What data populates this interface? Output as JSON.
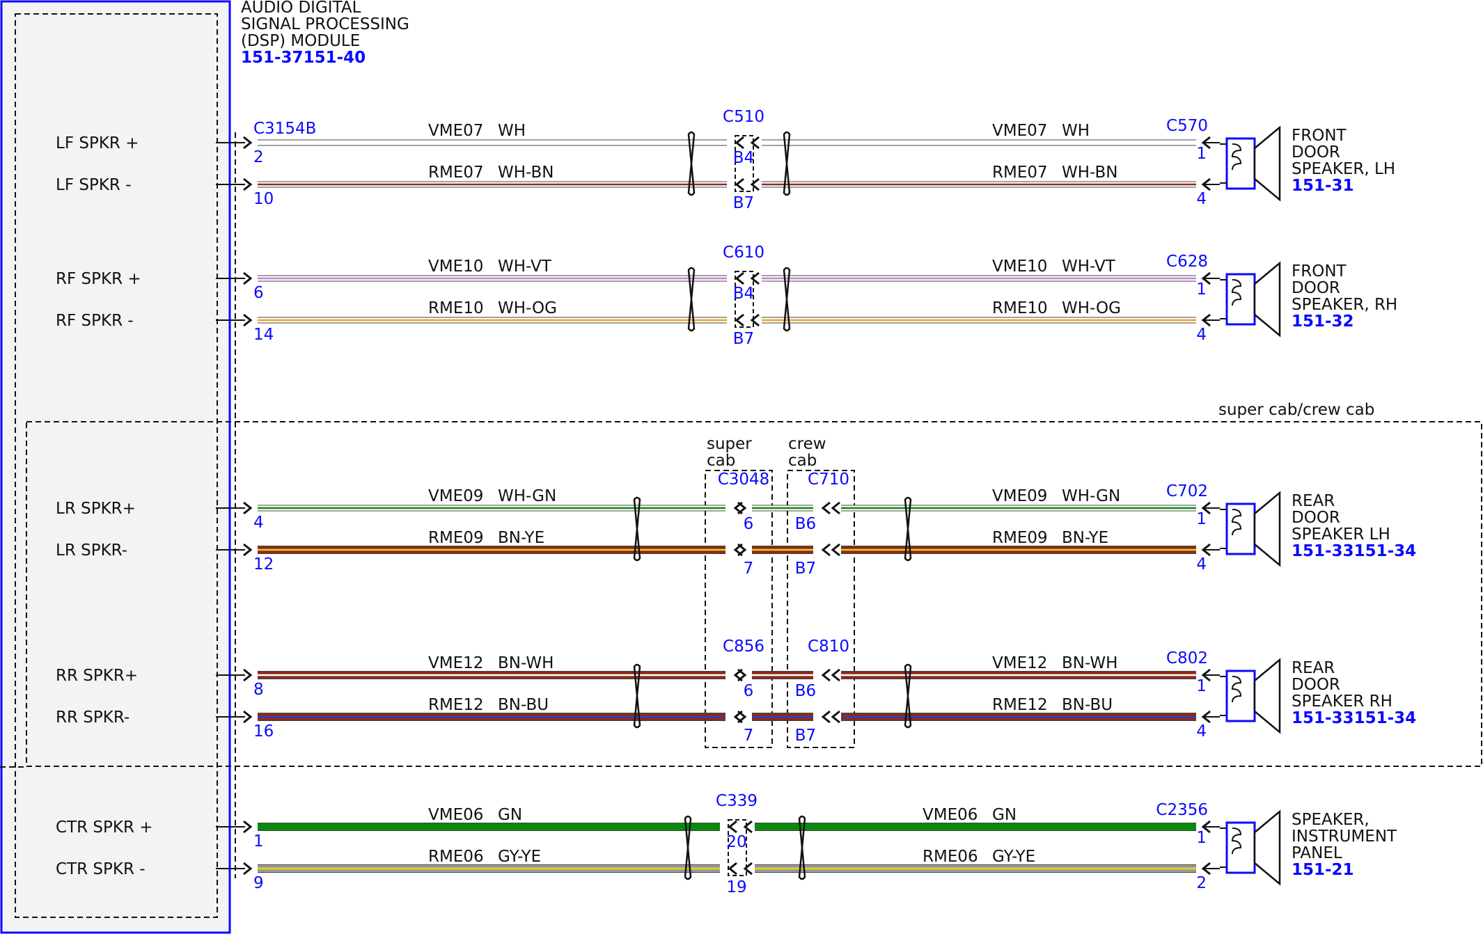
{
  "module": {
    "title_lines": [
      "AUDIO DIGITAL",
      "SIGNAL PROCESSING",
      "(DSP) MODULE"
    ],
    "ref": "151-37151-40",
    "connector": "C3154B"
  },
  "zone_label": "super cab/crew cab",
  "option_labels": {
    "super": [
      "super",
      "cab"
    ],
    "crew": [
      "crew",
      "cab"
    ]
  },
  "colors": {
    "WH": "#ffffff",
    "BN": "#8b2a1a",
    "VT": "#c87fd0",
    "OG": "#f0a020",
    "GN": "#0a8a0a",
    "YE": "#e6d21a",
    "BU": "#2b3fd0",
    "GY": "#9a9a9a",
    "accent_blue": "#0a0aff"
  },
  "groups": [
    {
      "speaker": [
        "FRONT",
        "DOOR",
        "SPEAKER, LH"
      ],
      "ref": "151-31",
      "mid_connector": "C510",
      "right_connector": "C570",
      "wires": [
        {
          "signal": "LF SPKR +",
          "circuit": "VME07",
          "color": "WH",
          "base": "WH",
          "stripe": "",
          "left_pin": "2",
          "mid_pin": "B4",
          "right_pin": "1"
        },
        {
          "signal": "LF SPKR -",
          "circuit": "RME07",
          "color": "WH-BN",
          "base": "WH",
          "stripe": "BN",
          "left_pin": "10",
          "mid_pin": "B7",
          "right_pin": "4"
        }
      ]
    },
    {
      "speaker": [
        "FRONT",
        "DOOR",
        "SPEAKER, RH"
      ],
      "ref": "151-32",
      "mid_connector": "C610",
      "right_connector": "C628",
      "wires": [
        {
          "signal": "RF SPKR +",
          "circuit": "VME10",
          "color": "WH-VT",
          "base": "WH",
          "stripe": "VT",
          "left_pin": "6",
          "mid_pin": "B4",
          "right_pin": "1"
        },
        {
          "signal": "RF SPKR -",
          "circuit": "RME10",
          "color": "WH-OG",
          "base": "WH",
          "stripe": "OG",
          "left_pin": "14",
          "mid_pin": "B7",
          "right_pin": "4"
        }
      ]
    },
    {
      "speaker": [
        "REAR",
        "DOOR",
        "SPEAKER LH"
      ],
      "ref": "151-33151-34",
      "mid_connector_a": "C3048",
      "mid_connector_b": "C710",
      "right_connector": "C702",
      "wires": [
        {
          "signal": "LR SPKR+",
          "circuit": "VME09",
          "color": "WH-GN",
          "base": "WH",
          "stripe": "GN",
          "left_pin": "4",
          "mid_pin_a": "6",
          "mid_pin_b": "B6",
          "right_pin": "1"
        },
        {
          "signal": "LR SPKR-",
          "circuit": "RME09",
          "color": "BN-YE",
          "base": "BN",
          "stripe": "YE",
          "left_pin": "12",
          "mid_pin_a": "7",
          "mid_pin_b": "B7",
          "right_pin": "4"
        }
      ]
    },
    {
      "speaker": [
        "REAR",
        "DOOR",
        "SPEAKER RH"
      ],
      "ref": "151-33151-34",
      "mid_connector_a": "C856",
      "mid_connector_b": "C810",
      "right_connector": "C802",
      "wires": [
        {
          "signal": "RR SPKR+",
          "circuit": "VME12",
          "color": "BN-WH",
          "base": "BN",
          "stripe": "WH",
          "left_pin": "8",
          "mid_pin_a": "6",
          "mid_pin_b": "B6",
          "right_pin": "1"
        },
        {
          "signal": "RR SPKR-",
          "circuit": "RME12",
          "color": "BN-BU",
          "base": "BN",
          "stripe": "BU",
          "left_pin": "16",
          "mid_pin_a": "7",
          "mid_pin_b": "B7",
          "right_pin": "4"
        }
      ]
    },
    {
      "speaker": [
        "SPEAKER,",
        "INSTRUMENT",
        "PANEL"
      ],
      "ref": "151-21",
      "mid_connector": "C339",
      "right_connector": "C2356",
      "wires": [
        {
          "signal": "CTR SPKR +",
          "circuit": "VME06",
          "color": "GN",
          "base": "GN",
          "stripe": "",
          "left_pin": "1",
          "mid_pin": "20",
          "right_pin": "1"
        },
        {
          "signal": "CTR SPKR -",
          "circuit": "RME06",
          "color": "GY-YE",
          "base": "GY",
          "stripe": "YE",
          "left_pin": "9",
          "mid_pin": "19",
          "right_pin": "2"
        }
      ]
    }
  ]
}
